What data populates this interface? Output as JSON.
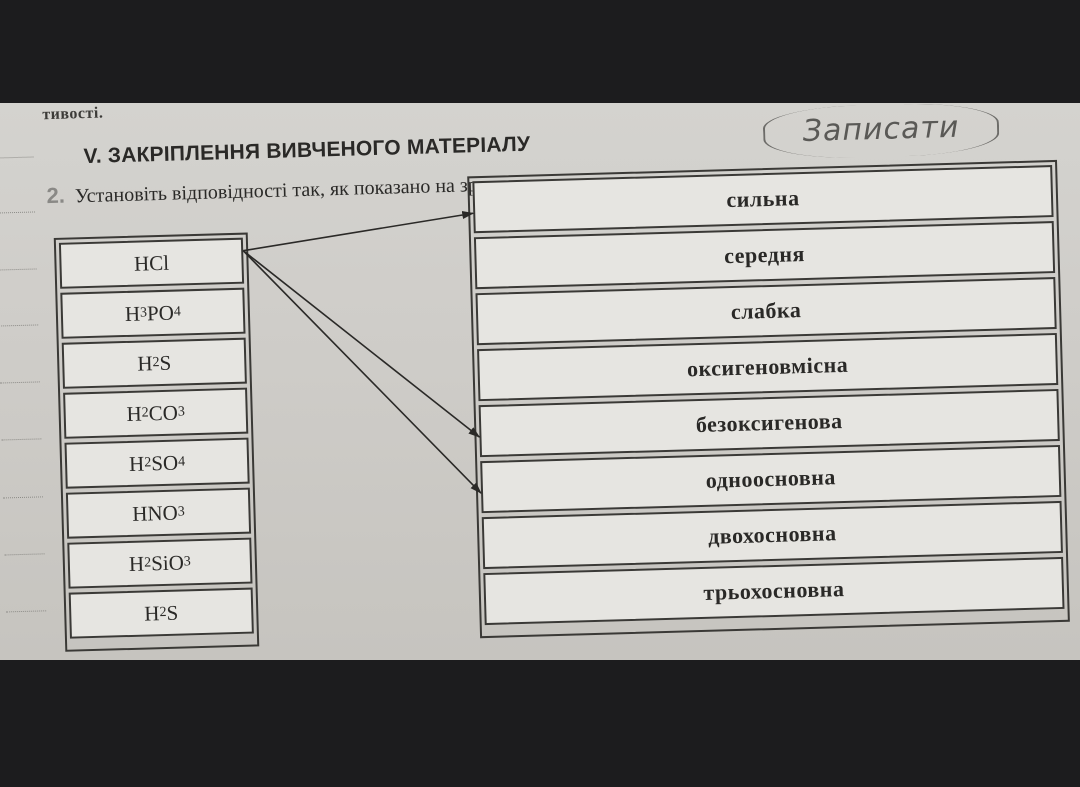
{
  "page": {
    "top_fragment": "тивості.",
    "section_heading": "V. ЗАКРІПЛЕННЯ ВИВЧЕНОГО МАТЕРІАЛУ",
    "task": {
      "number": "2.",
      "instruction": "Установіть відповідності так, як показано на зразку:",
      "handwritten_note": "Записати"
    }
  },
  "formulas": [
    {
      "id": "hcl",
      "parts": [
        {
          "t": "HCl"
        }
      ]
    },
    {
      "id": "h3po4",
      "parts": [
        {
          "t": "H"
        },
        {
          "s": "3"
        },
        {
          "t": "PO"
        },
        {
          "s": "4"
        }
      ]
    },
    {
      "id": "h2s-a",
      "parts": [
        {
          "t": "H"
        },
        {
          "s": "2"
        },
        {
          "t": "S"
        }
      ]
    },
    {
      "id": "h2co3",
      "parts": [
        {
          "t": "H"
        },
        {
          "s": "2"
        },
        {
          "t": "CO"
        },
        {
          "s": "3"
        }
      ]
    },
    {
      "id": "h2so4",
      "parts": [
        {
          "t": "H"
        },
        {
          "s": "2"
        },
        {
          "t": "SO"
        },
        {
          "s": "4"
        }
      ]
    },
    {
      "id": "hno3",
      "parts": [
        {
          "t": "HNO"
        },
        {
          "s": "3"
        }
      ]
    },
    {
      "id": "h2sio3",
      "parts": [
        {
          "t": "H"
        },
        {
          "s": "2"
        },
        {
          "t": "SiO"
        },
        {
          "s": "3"
        }
      ]
    },
    {
      "id": "h2s-b",
      "parts": [
        {
          "t": "H"
        },
        {
          "s": "2"
        },
        {
          "t": "S"
        }
      ]
    }
  ],
  "properties": [
    "сильна",
    "середня",
    "слабка",
    "оксигеновмісна",
    "безоксигенова",
    "одноосновна",
    "двохосновна",
    "трьохосновна"
  ],
  "example_links": [
    {
      "from_formula": 0,
      "to_property": 0
    },
    {
      "from_formula": 0,
      "to_property": 4
    },
    {
      "from_formula": 0,
      "to_property": 5
    }
  ],
  "colors": {
    "ink": "#2a2927",
    "paper": "#d4d3cf",
    "background": "#1c1c1e"
  }
}
